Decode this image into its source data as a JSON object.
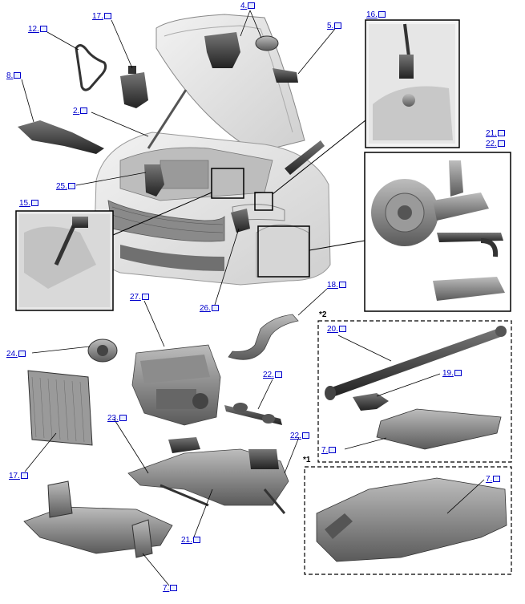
{
  "callouts": [
    {
      "id": "c17a",
      "text": "17."
    },
    {
      "id": "c4",
      "text": "4."
    },
    {
      "id": "c12",
      "text": "12."
    },
    {
      "id": "c5",
      "text": "5."
    },
    {
      "id": "c16",
      "text": "16."
    },
    {
      "id": "c8",
      "text": "8."
    },
    {
      "id": "c2",
      "text": "2."
    },
    {
      "id": "c21a",
      "text": "21."
    },
    {
      "id": "c22a",
      "text": "22."
    },
    {
      "id": "c25",
      "text": "25."
    },
    {
      "id": "c15",
      "text": "15."
    },
    {
      "id": "c18",
      "text": "18."
    },
    {
      "id": "c27",
      "text": "27."
    },
    {
      "id": "c26",
      "text": "26."
    },
    {
      "id": "c24",
      "text": "24."
    },
    {
      "id": "c20",
      "text": "20."
    },
    {
      "id": "c19",
      "text": "19."
    },
    {
      "id": "c22b",
      "text": "22."
    },
    {
      "id": "c23",
      "text": "23."
    },
    {
      "id": "c22c",
      "text": "22."
    },
    {
      "id": "c7a",
      "text": "7."
    },
    {
      "id": "c17b",
      "text": "17."
    },
    {
      "id": "c7b",
      "text": "7."
    },
    {
      "id": "c21b",
      "text": "21."
    },
    {
      "id": "c7c",
      "text": "7."
    }
  ],
  "notes": {
    "note2": "*2",
    "note1": "*1"
  },
  "colors": {
    "link": "#0000cc",
    "line": "#000000",
    "part": "#8a8a8a",
    "part_dark": "#444444",
    "frame": "#000000"
  }
}
